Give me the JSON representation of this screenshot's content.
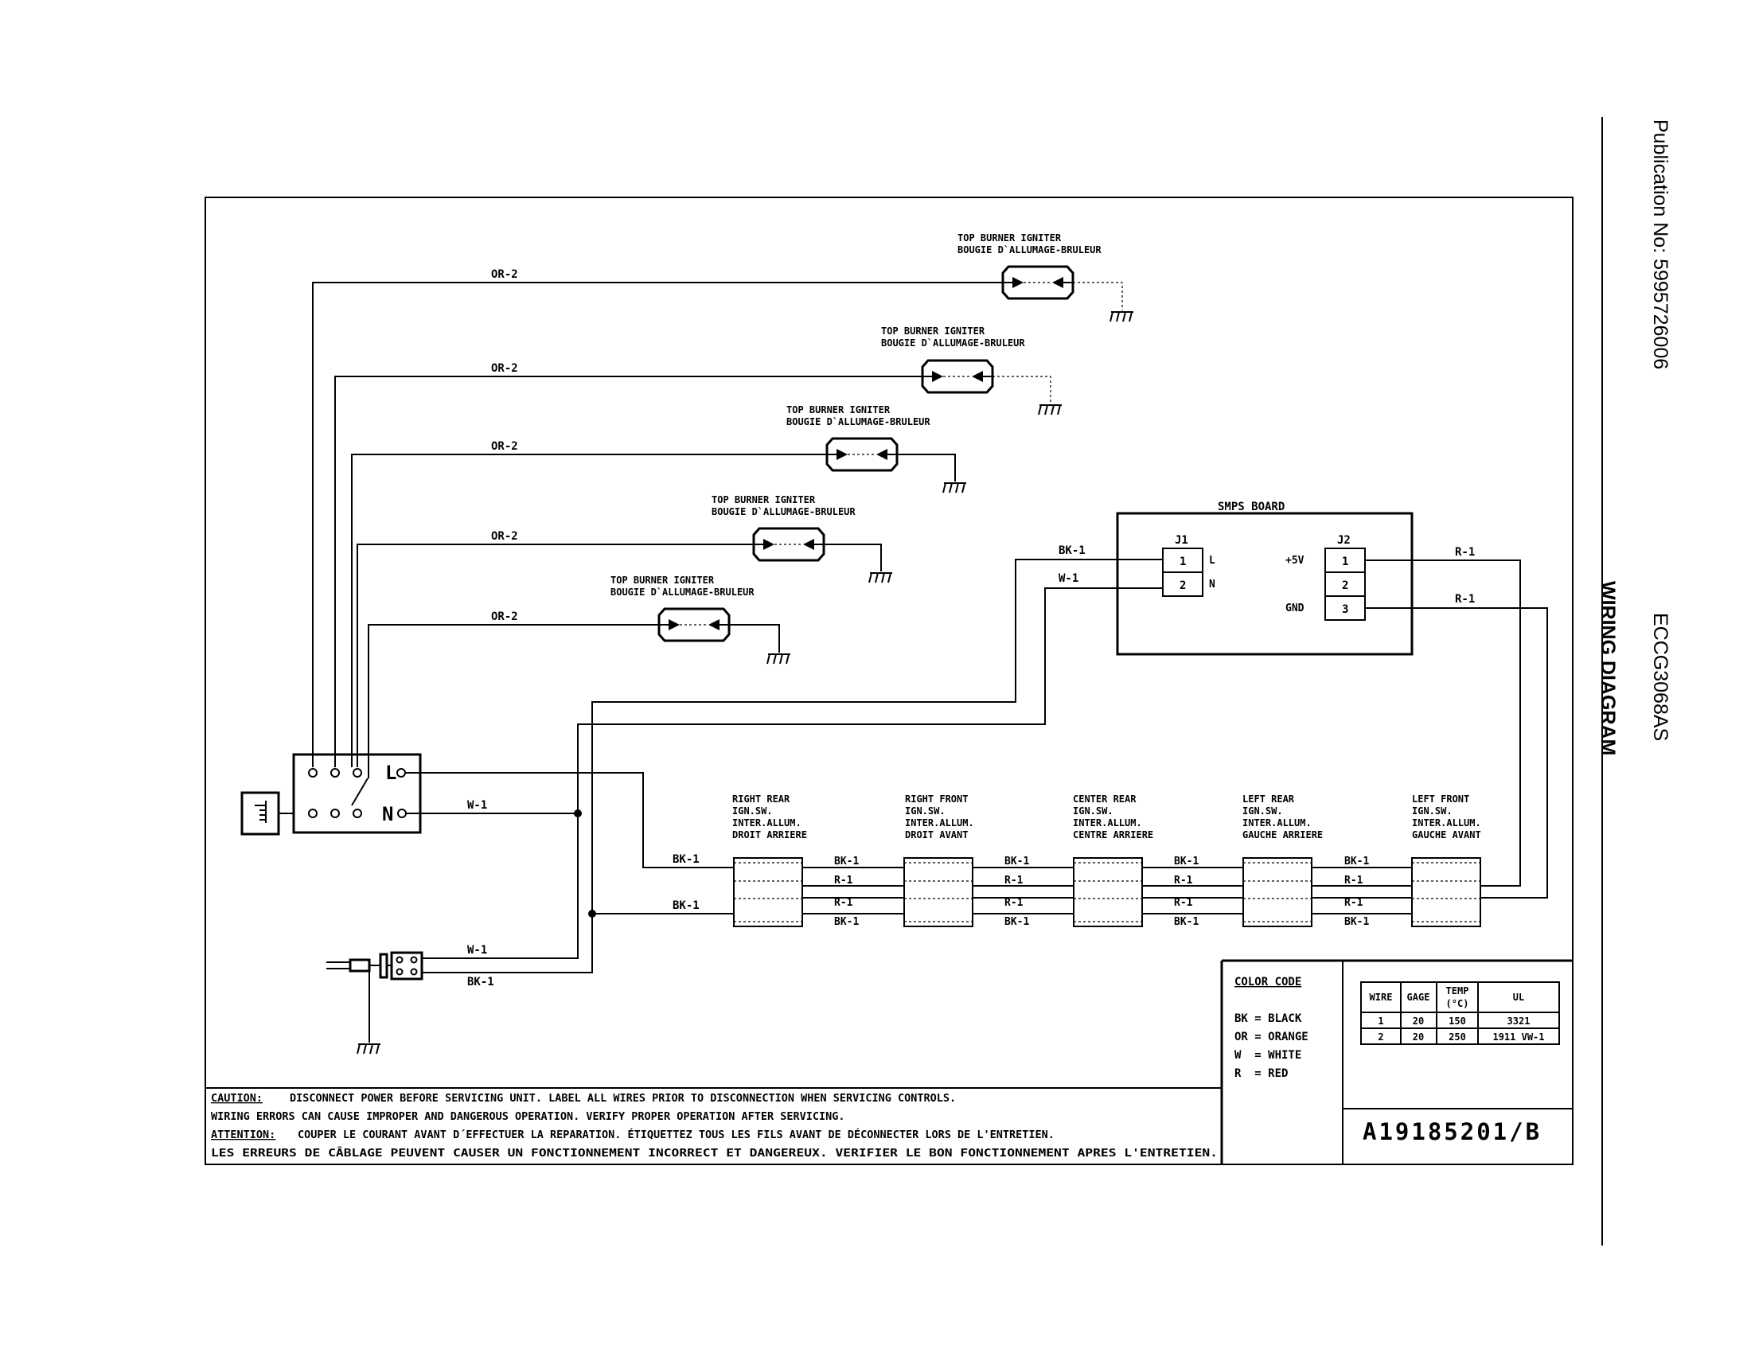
{
  "publication": "Publication No: 5995726006",
  "model": "ECCG3068AS",
  "title": "WIRING DIAGRAM",
  "igniter": {
    "label_en": "TOP BURNER IGNITER",
    "label_fr": "BOUGIE D`ALLUMAGE-BRULEUR"
  },
  "wire_labels": {
    "or2": "OR-2",
    "bk1": "BK-1",
    "w1": "W-1",
    "r1": "R-1"
  },
  "smps": {
    "title": "SMPS BOARD",
    "j1": "J1",
    "j2": "J2",
    "pin1": "1",
    "pin2": "2",
    "pin3": "3",
    "l": "L",
    "n": "N",
    "v5": "+5V",
    "gnd": "GND"
  },
  "terminal": {
    "l": "L",
    "n": "N"
  },
  "switches": [
    {
      "line1": "RIGHT REAR",
      "line2": "IGN.SW.",
      "line3": "INTER.ALLUM.",
      "line4": "DROIT ARRIERE"
    },
    {
      "line1": "RIGHT FRONT",
      "line2": "IGN.SW.",
      "line3": "INTER.ALLUM.",
      "line4": "DROIT AVANT"
    },
    {
      "line1": "CENTER REAR",
      "line2": "IGN.SW.",
      "line3": "INTER.ALLUM.",
      "line4": "CENTRE ARRIERE"
    },
    {
      "line1": "LEFT REAR",
      "line2": "IGN.SW.",
      "line3": "INTER.ALLUM.",
      "line4": "GAUCHE ARRIERE"
    },
    {
      "line1": "LEFT FRONT",
      "line2": "IGN.SW.",
      "line3": "INTER.ALLUM.",
      "line4": "GAUCHE AVANT"
    }
  ],
  "color_code": {
    "title": "COLOR CODE",
    "items": [
      "BK = BLACK",
      "OR = ORANGE",
      "W  = WHITE",
      "R  = RED"
    ]
  },
  "wire_table": {
    "headers": [
      "WIRE",
      "GAGE",
      "TEMP",
      "(°C)",
      "UL"
    ],
    "rows": [
      [
        "1",
        "20",
        "150",
        "3321"
      ],
      [
        "2",
        "20",
        "250",
        "1911 VW-1"
      ]
    ]
  },
  "caution": {
    "caution_label": "CAUTION:",
    "caution_text": "DISCONNECT POWER BEFORE SERVICING UNIT. LABEL ALL WIRES PRIOR TO DISCONNECTION WHEN SERVICING CONTROLS.",
    "line2": "WIRING ERRORS CAN CAUSE IMPROPER AND DANGEROUS OPERATION. VERIFY PROPER OPERATION AFTER SERVICING.",
    "attention_label": "ATTENTION:",
    "attention_text": "COUPER LE COURANT AVANT D´EFFECTUER LA REPARATION. ÉTIQUETTEZ TOUS LES FILS AVANT DE DÉCONNECTER LORS DE L'ENTRETIEN.",
    "line4": "LES ERREURS DE CÂBLAGE PEUVENT CAUSER UN FONCTIONNEMENT INCORRECT ET DANGEREUX. VERIFIER LE BON FONCTIONNEMENT APRES L'ENTRETIEN."
  },
  "part_number": "A19185201/B"
}
